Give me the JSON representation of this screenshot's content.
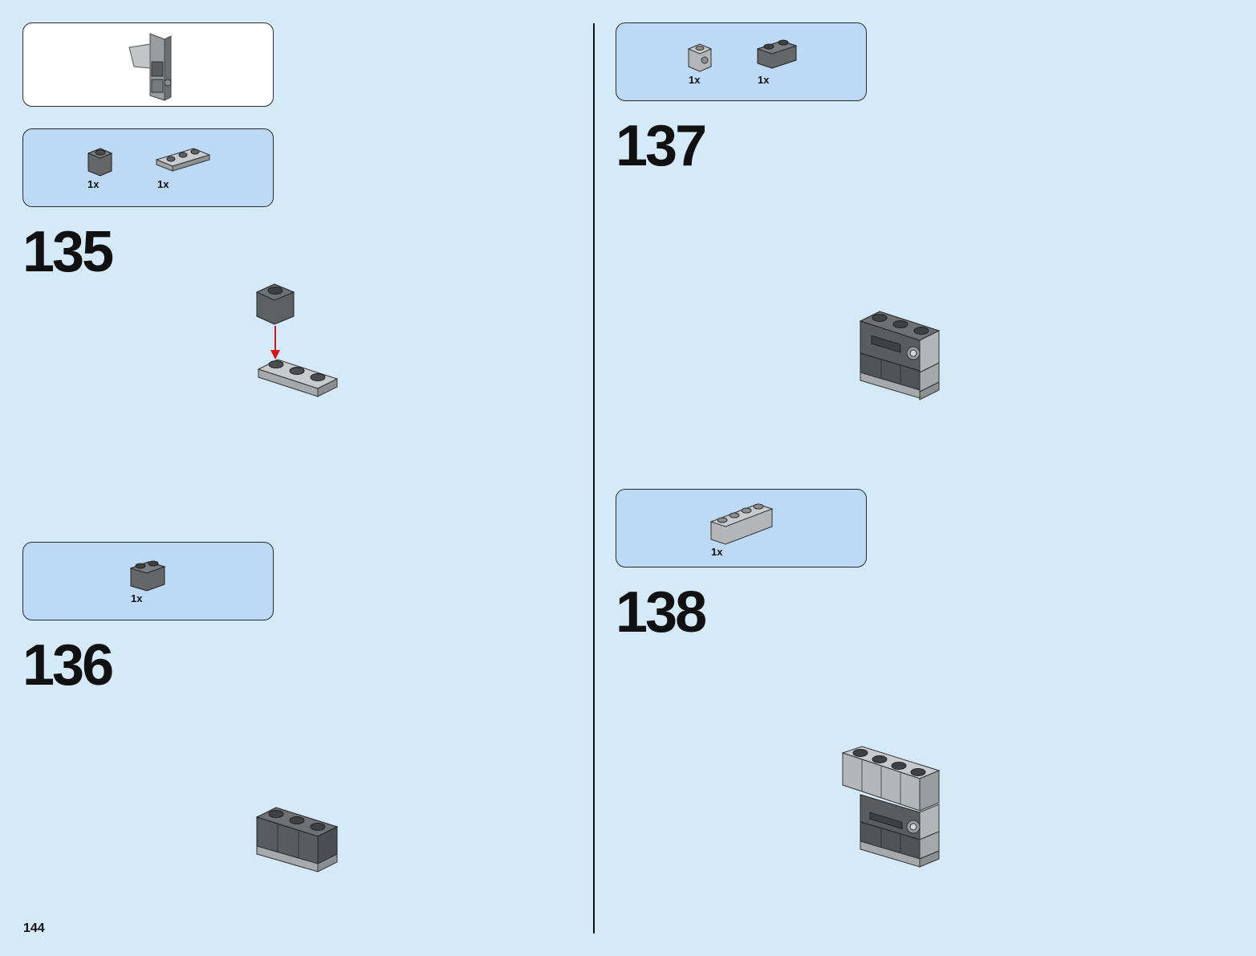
{
  "page_number": "144",
  "steps": [
    {
      "number": "135",
      "parts": [
        {
          "qty": "1x",
          "name": "brick-1x1-dark-grey"
        },
        {
          "qty": "1x",
          "name": "plate-1x3-light-grey"
        }
      ]
    },
    {
      "number": "136",
      "parts": [
        {
          "qty": "1x",
          "name": "brick-1x2-dark-grey"
        }
      ]
    },
    {
      "number": "137",
      "parts": [
        {
          "qty": "1x",
          "name": "brick-1x1-with-stud-on-side-light-grey"
        },
        {
          "qty": "1x",
          "name": "brick-1x2-dark-grey"
        }
      ]
    },
    {
      "number": "138",
      "parts": [
        {
          "qty": "1x",
          "name": "brick-1x4-light-grey"
        }
      ]
    }
  ],
  "colors": {
    "background": "#d4eaf9",
    "callout": "#bcdaf5",
    "dark_grey": "#646668",
    "light_grey": "#b3b5b7",
    "arrow": "#d4141b"
  }
}
